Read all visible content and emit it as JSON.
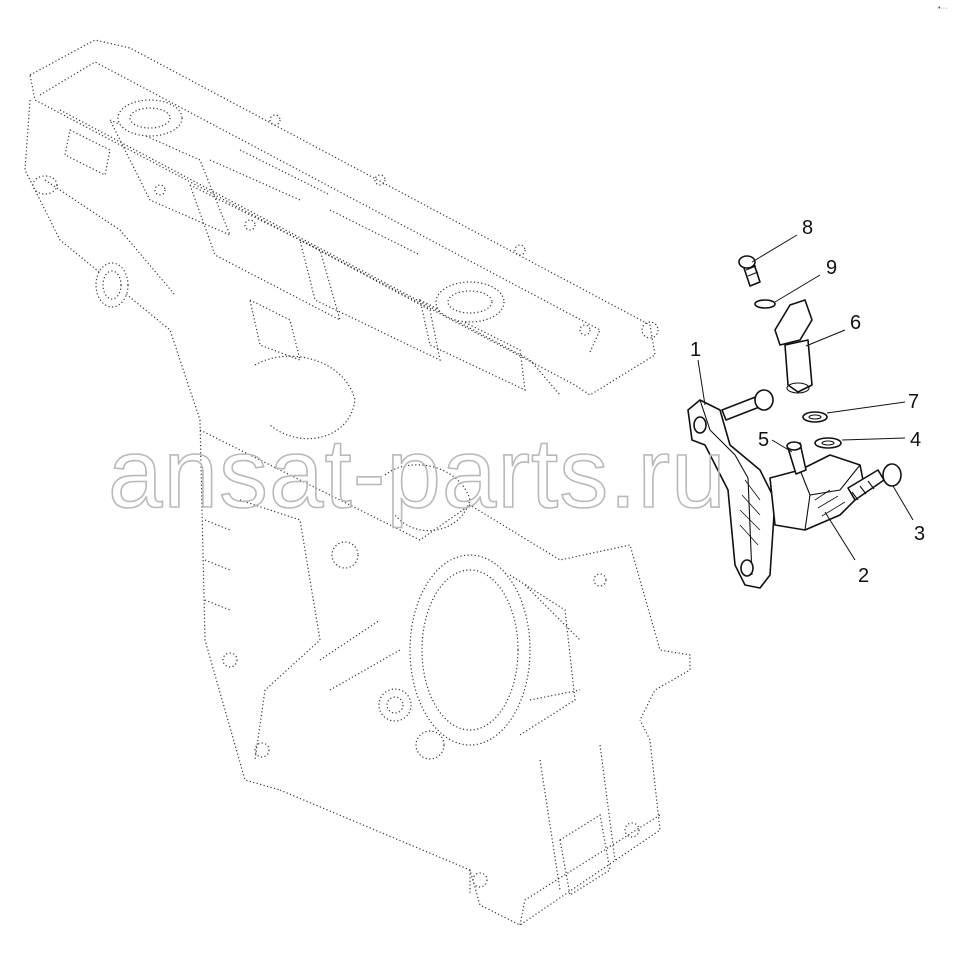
{
  "callouts": {
    "c1": "1",
    "c2": "2",
    "c3": "3",
    "c4": "4",
    "c5": "5",
    "c6": "6",
    "c7": "7",
    "c8": "8",
    "c9": "9"
  },
  "watermark": "ansat-parts.ru",
  "corner_mark": "•···",
  "colors": {
    "line": "#111111",
    "watermark": "#b9b9b9",
    "background": "#ffffff"
  }
}
